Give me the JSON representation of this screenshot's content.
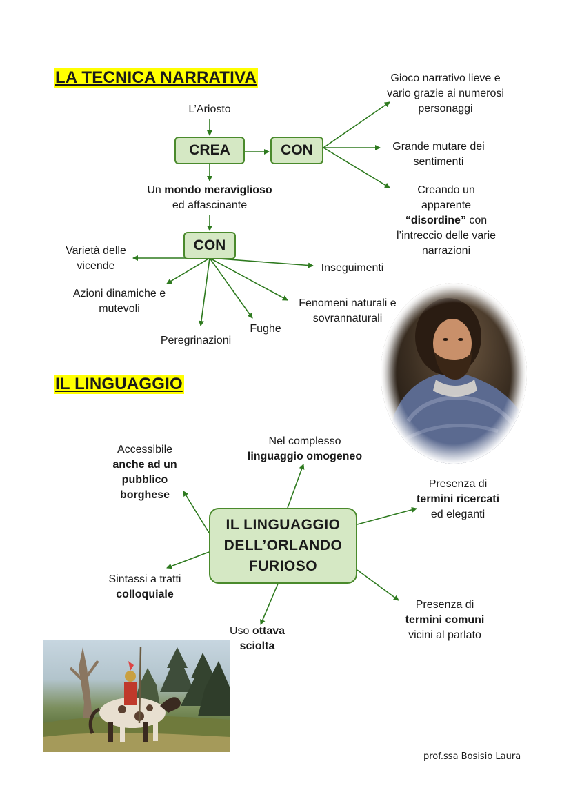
{
  "section1": {
    "title": "LA TECNICA NARRATIVA",
    "ariosto": "L’Ariosto",
    "crea": "CREA",
    "con1": "CON",
    "right_items": [
      [
        "Gioco narrativo lieve e",
        "vario grazie ai numerosi",
        "personaggi"
      ],
      [
        "Grande mutare dei",
        "sentimenti"
      ]
    ],
    "disordine": {
      "l1": "Creando un",
      "l2": "apparente",
      "l3": "“disordine”",
      "l3_suffix": " con",
      "l4": "l’intreccio delle varie",
      "l5": "narrazioni"
    },
    "mondo": {
      "pre": "Un ",
      "bold": "mondo meraviglioso",
      "l2": "ed affascinante"
    },
    "con2": "CON",
    "con2_items": {
      "varieta": [
        "Varietà delle",
        "vicende"
      ],
      "inseguimenti": "Inseguimenti",
      "azioni": [
        "Azioni dinamiche e",
        "mutevoli"
      ],
      "fenomeni": [
        "Fenomeni naturali e",
        "sovrannaturali"
      ],
      "fughe": "Fughe",
      "peregrinazioni": "Peregrinazioni"
    }
  },
  "section2": {
    "title": "IL LINGUAGGIO",
    "center": [
      "IL LINGUAGGIO",
      "DELL’ORLANDO",
      "FURIOSO"
    ],
    "accessibile": {
      "l1": "Accessibile",
      "l2": "anche ad un",
      "l3": "pubblico",
      "l4": "borghese"
    },
    "complesso": {
      "l1": "Nel complesso",
      "l2": "linguaggio omogeneo"
    },
    "ricercati": {
      "l1": "Presenza di",
      "l2": "termini ricercati",
      "l3": "ed eleganti"
    },
    "sintassi": {
      "l1": "Sintassi a tratti",
      "l2": "colloquiale"
    },
    "comuni": {
      "l1": "Presenza di",
      "l2": "termini comuni",
      "l3": "vicini al parlato"
    },
    "ottava": {
      "pre": "Uso ",
      "bold": "ottava",
      "l2": "sciolta"
    }
  },
  "signature": "prof.ssa Bosisio Laura",
  "colors": {
    "arrow": "#2e7a1f",
    "node_fill": "#d5e8c4",
    "node_border": "#4a8a2c",
    "highlight": "#ffff00"
  }
}
